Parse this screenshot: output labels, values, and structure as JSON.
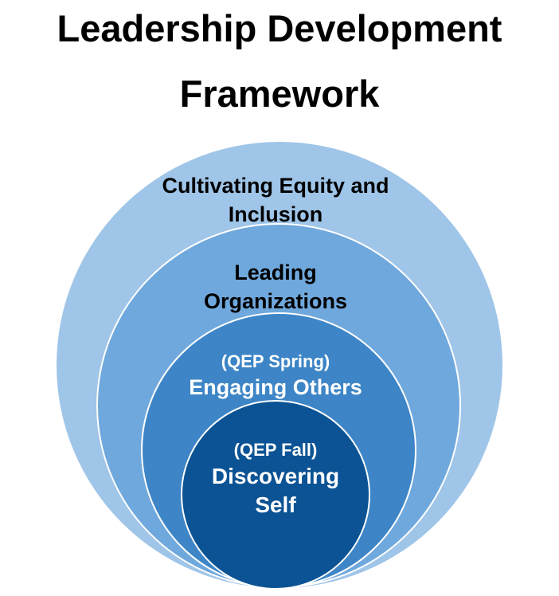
{
  "title": {
    "line1": "Leadership Development",
    "line2": "Framework"
  },
  "rings": [
    {
      "lines": [
        "Cultivating Equity and",
        "Inclusion"
      ],
      "color": "#9fc5e8",
      "text_color": "#000000"
    },
    {
      "lines": [
        "Leading",
        "Organizations"
      ],
      "color": "#6fa8dc",
      "text_color": "#000000"
    },
    {
      "lines": [
        "(QEP Spring)",
        "Engaging Others"
      ],
      "color": "#3d85c6",
      "text_color": "#ffffff"
    },
    {
      "lines": [
        "(QEP Fall)",
        "Discovering",
        "Self"
      ],
      "color": "#0b5394",
      "text_color": "#ffffff"
    }
  ]
}
